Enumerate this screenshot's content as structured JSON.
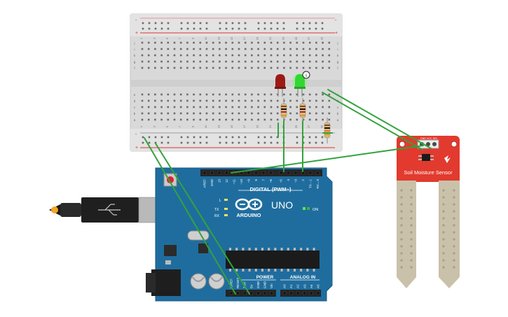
{
  "breadboard": {
    "rail_plus": "+",
    "rail_minus": "-",
    "row_letters_top": [
      "j",
      "i",
      "h",
      "g",
      "f"
    ],
    "row_letters_bottom": [
      "e",
      "d",
      "c",
      "b",
      "a"
    ],
    "column_numbers": [
      "1",
      "3",
      "5",
      "7",
      "9",
      "11",
      "13",
      "15",
      "17",
      "19",
      "21",
      "23",
      "25",
      "27",
      "29"
    ]
  },
  "leds": {
    "red": {
      "color": "#9b1b14"
    },
    "green": {
      "color": "#33d633",
      "state": "on"
    },
    "info_badge": "i"
  },
  "arduino": {
    "brand": "ARDUINO",
    "model": "UNO",
    "digital_header_label": "DIGITAL (PWM~)",
    "digital_pins": [
      "AREF",
      "GND",
      "13",
      "12",
      "~11",
      "~10",
      "~9",
      "8",
      "7",
      "~6",
      "~5",
      "4",
      "~3",
      "2",
      "TX→1",
      "RX←0"
    ],
    "power_label": "POWER",
    "power_pins": [
      "IOREF",
      "RESET",
      "3.3V",
      "5V",
      "GND",
      "GND",
      "Vin"
    ],
    "analog_label": "ANALOG IN",
    "analog_pins": [
      "A0",
      "A1",
      "A2",
      "A3",
      "A4",
      "A5"
    ],
    "on_label": "ON",
    "led_labels": [
      "L",
      "TX",
      "RX"
    ],
    "colors": {
      "board": "#1f6d9e",
      "header": "#252525",
      "chip": "#1b1b1b"
    }
  },
  "sensor": {
    "label": "Soil Moisture Sensor",
    "pin_labels": [
      "GND",
      "VCC",
      "SIG"
    ],
    "colors": {
      "board": "#e23a2e",
      "probe": "#c9c1a9"
    }
  },
  "usb_cable": {
    "icon": "usb-icon",
    "color": "#2a2a2a"
  },
  "wire_color": "#33a33c"
}
